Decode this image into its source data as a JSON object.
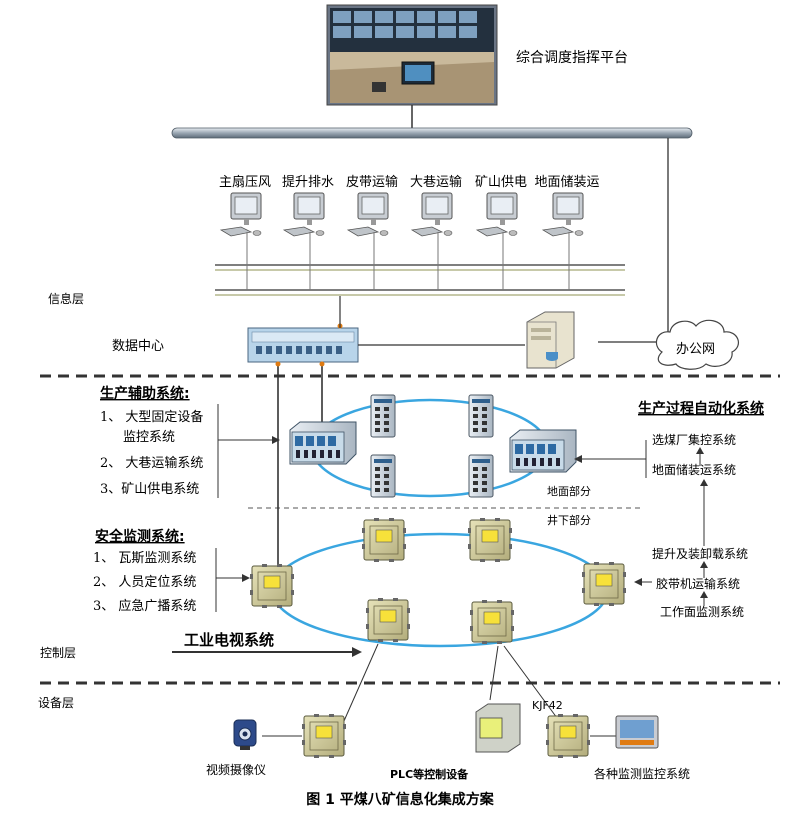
{
  "platform": {
    "label": "综合调度指挥平台"
  },
  "workstations": [
    "主扇压风",
    "提升排水",
    "皮带运输",
    "大巷运输",
    "矿山供电",
    "地面储装运"
  ],
  "layers": {
    "info": "信息层",
    "control": "控制层",
    "device": "设备层"
  },
  "data_center": "数据中心",
  "office_net": "办公网",
  "production_aux": {
    "title": "生产辅助系统:",
    "items": [
      "1、 大型固定设备",
      "监控系统",
      "2、 大巷运输系统",
      "3、矿山供电系统"
    ]
  },
  "safety_monitor": {
    "title": "安全监测系统:",
    "items": [
      "1、 瓦斯监测系统",
      "2、 人员定位系统",
      "3、 应急广播系统"
    ]
  },
  "industrial_tv": "工业电视系统",
  "process_auto": {
    "title": "生产过程自动化系统",
    "items": [
      "选煤厂集控系统",
      "地面储装运系统",
      "提升及装卸载系统",
      "胶带机运输系统",
      "工作面监测系统"
    ]
  },
  "zones": {
    "surface": "地面部分",
    "underground": "井下部分"
  },
  "devices": [
    "视频摄像仪",
    "PLC等控制设备",
    "KJF42",
    "各种监测监控系统"
  ],
  "caption": "图 1  平煤八矿信息化集成方案",
  "colors": {
    "ring": "#3aa6e0",
    "bus": "#7d8c99",
    "rail": "#c7c9a9",
    "device_body": "#d8d3a8",
    "screen": "#7ab7d9"
  }
}
